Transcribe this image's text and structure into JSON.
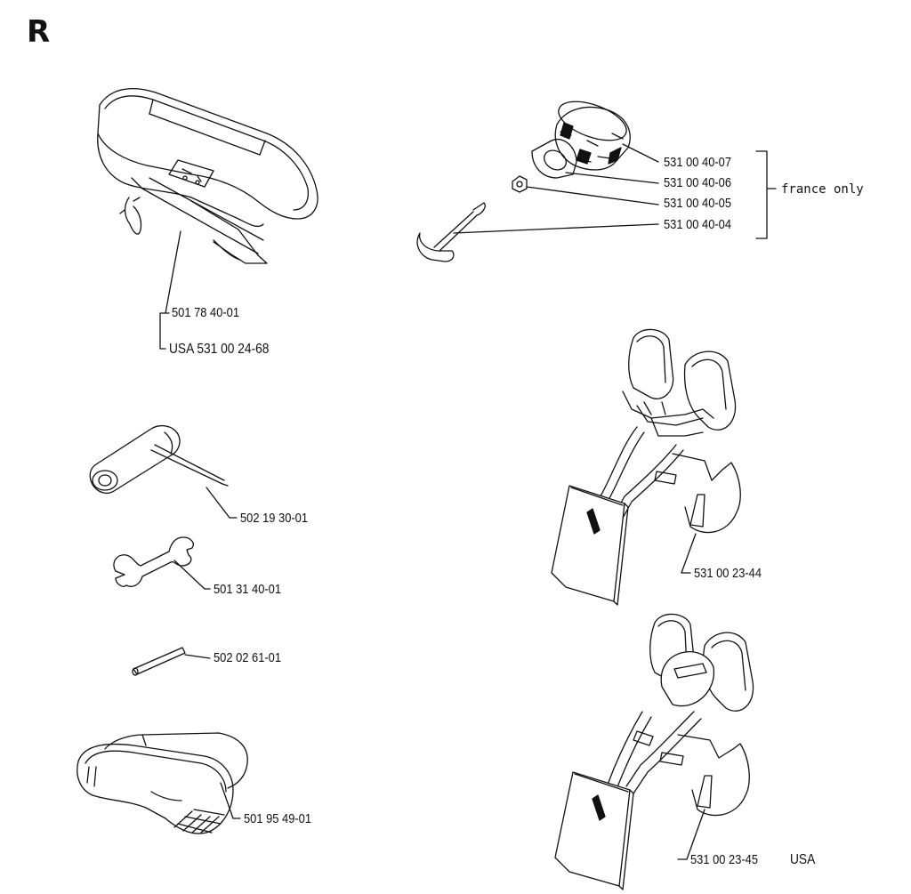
{
  "section_letter": "R",
  "labels": {
    "harness_strap": "501 78 40-01",
    "harness_strap_usa": "USA  531 00 24-68",
    "plug_wrench": "502 19 30-01",
    "combination_wrench": "501 31 40-01",
    "pin": "502 02 61-01",
    "goggles": "501 95 49-01",
    "knob": "531 00 40-07",
    "washer": "531 00 40-06",
    "nut": "531 00 40-05",
    "hook_bolt": "531 00 40-04",
    "france_note": "france only",
    "harness_std": "531 00 23-44",
    "harness_usa": "531 00 23-45",
    "harness_usa_suffix": "USA"
  }
}
